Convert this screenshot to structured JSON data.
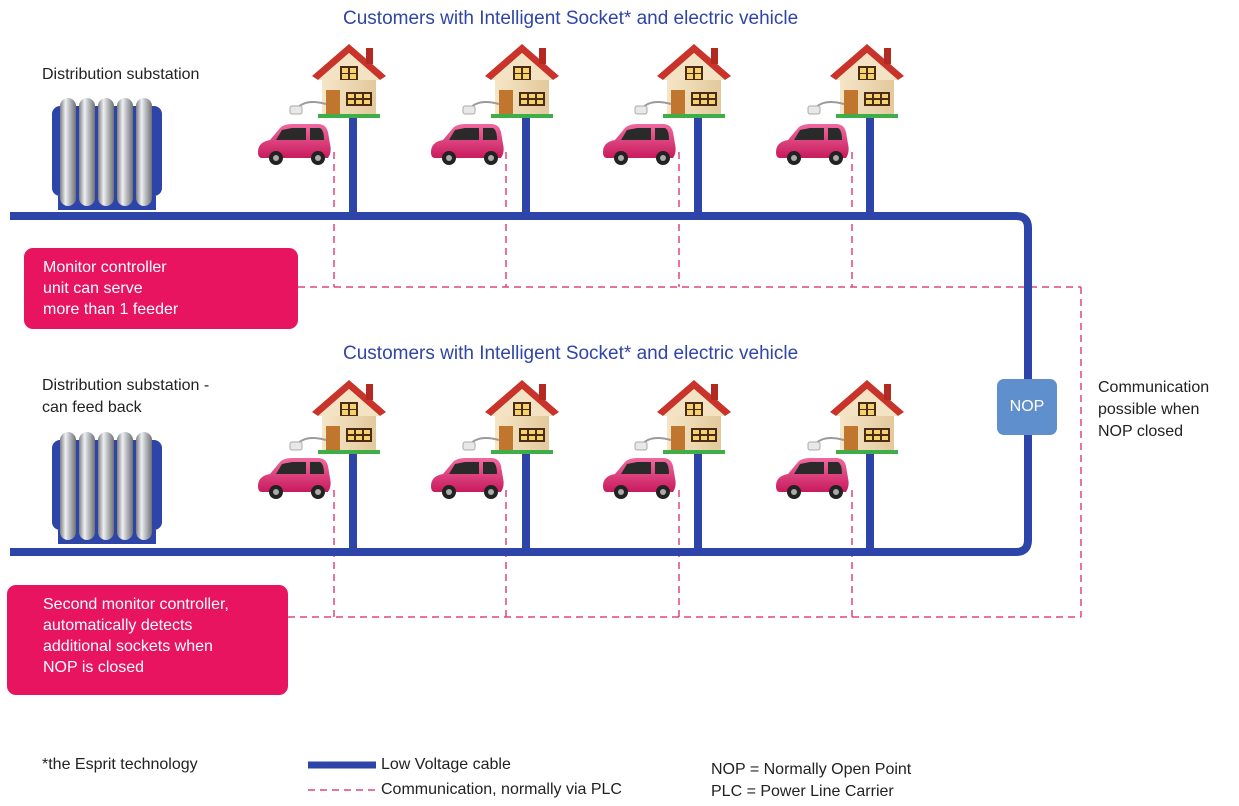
{
  "top_feeder": {
    "heading": "Customers with Intelligent Socket* and electric vehicle",
    "substation_label": "Distribution substation"
  },
  "bottom_feeder": {
    "heading": "Customers with Intelligent Socket* and electric vehicle",
    "substation_label_line1": "Distribution substation -",
    "substation_label_line2": "can feed back"
  },
  "callouts": {
    "monitor_controller": [
      "Monitor controller",
      "unit can serve",
      "more than 1 feeder"
    ],
    "second_controller": [
      "Second monitor controller,",
      "automatically detects",
      "additional sockets when",
      "NOP is closed"
    ]
  },
  "nop": {
    "box_label": "NOP",
    "note": [
      "Communication",
      "possible when",
      "NOP closed"
    ]
  },
  "footnote": "*the Esprit technology",
  "legend": {
    "cable_label": "Low Voltage cable",
    "comm_label": "Communication, normally via PLC",
    "abbrev_nop": "NOP = Normally Open Point",
    "abbrev_plc": "PLC = Power Line Carrier"
  },
  "colors": {
    "cable": "#2d44a8",
    "communication": "#e0457a",
    "callout": "#e8145f",
    "nop_box": "#5f8fcc",
    "heading": "#2f45a8"
  },
  "icons": [
    "substation-icon",
    "house-icon",
    "electric-car-icon",
    "charging-plug-icon"
  ]
}
